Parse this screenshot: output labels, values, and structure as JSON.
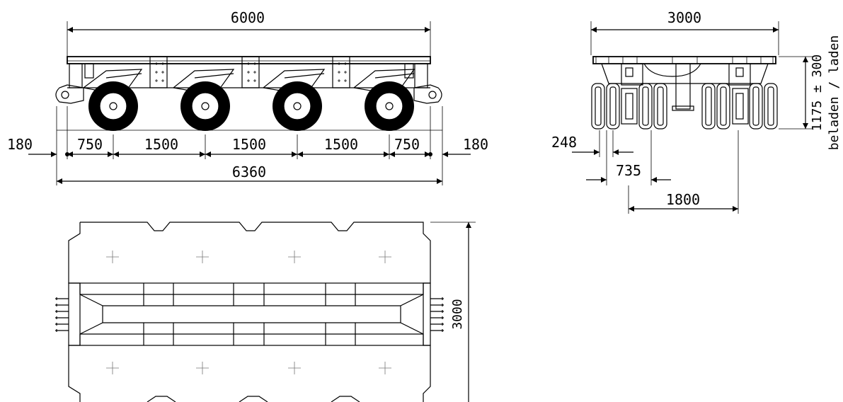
{
  "side_view": {
    "overall_length_top": "6000",
    "overall_length_bottom": "6360",
    "segments": [
      "180",
      "750",
      "1500",
      "1500",
      "1500",
      "750",
      "180"
    ]
  },
  "end_view": {
    "width_top": "3000",
    "height_label": "1175 ± 300",
    "height_note": "beladen / laden",
    "dim_248": "248",
    "dim_735": "735",
    "dim_1800": "1800"
  },
  "plan_view": {
    "width_label": "3000"
  }
}
